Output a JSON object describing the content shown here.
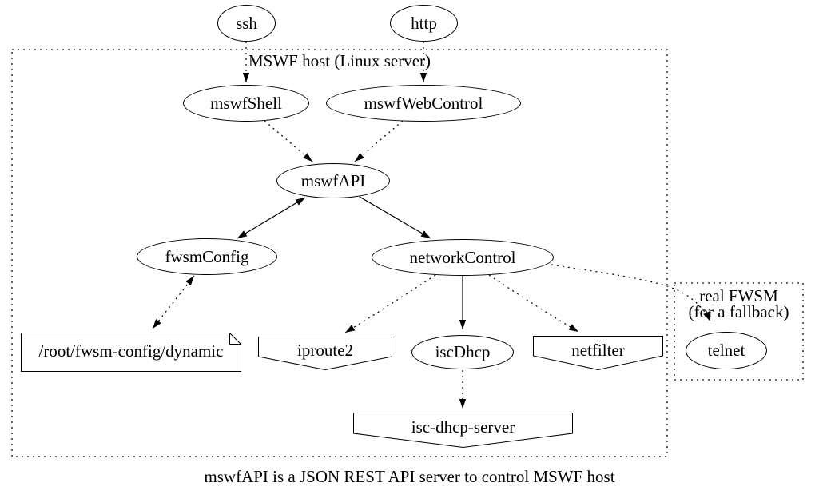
{
  "diagram": {
    "caption": "mswfAPI is a JSON REST API server to control MSWF host",
    "clusters": {
      "mswf_host": {
        "label": "MSWF host (Linux server)"
      },
      "real_fwsm": {
        "label_line1": "real FWSM",
        "label_line2": "(for a fallback)"
      }
    },
    "nodes": {
      "ssh": "ssh",
      "http": "http",
      "mswfShell": "mswfShell",
      "mswfWebControl": "mswfWebControl",
      "mswfAPI": "mswfAPI",
      "fwsmConfig": "fwsmConfig",
      "networkControl": "networkControl",
      "fwsm_config_path": "/root/fwsm-config/dynamic",
      "iproute2": "iproute2",
      "iscDhcp": "iscDhcp",
      "netfilter": "netfilter",
      "telnet": "telnet",
      "isc_dhcp_server": "isc-dhcp-server"
    },
    "edges": [
      {
        "from": "ssh",
        "to": "mswfShell",
        "style": "dotted",
        "direction": "forward"
      },
      {
        "from": "http",
        "to": "mswfWebControl",
        "style": "dotted",
        "direction": "forward"
      },
      {
        "from": "mswfShell",
        "to": "mswfAPI",
        "style": "dotted",
        "direction": "forward"
      },
      {
        "from": "mswfWebControl",
        "to": "mswfAPI",
        "style": "dotted",
        "direction": "forward"
      },
      {
        "from": "mswfAPI",
        "to": "fwsmConfig",
        "style": "solid",
        "direction": "both"
      },
      {
        "from": "mswfAPI",
        "to": "networkControl",
        "style": "solid",
        "direction": "forward"
      },
      {
        "from": "fwsmConfig",
        "to": "/root/fwsm-config/dynamic",
        "style": "dotted",
        "direction": "both"
      },
      {
        "from": "networkControl",
        "to": "iproute2",
        "style": "dotted",
        "direction": "forward"
      },
      {
        "from": "networkControl",
        "to": "iscDhcp",
        "style": "solid",
        "direction": "forward"
      },
      {
        "from": "networkControl",
        "to": "netfilter",
        "style": "dotted",
        "direction": "forward"
      },
      {
        "from": "networkControl",
        "to": "telnet",
        "style": "dotted",
        "direction": "forward"
      },
      {
        "from": "iscDhcp",
        "to": "isc-dhcp-server",
        "style": "dotted",
        "direction": "forward"
      }
    ],
    "colors": {
      "stroke": "#000000",
      "cluster_border": "#3c3c3c",
      "background": "#ffffff"
    }
  }
}
